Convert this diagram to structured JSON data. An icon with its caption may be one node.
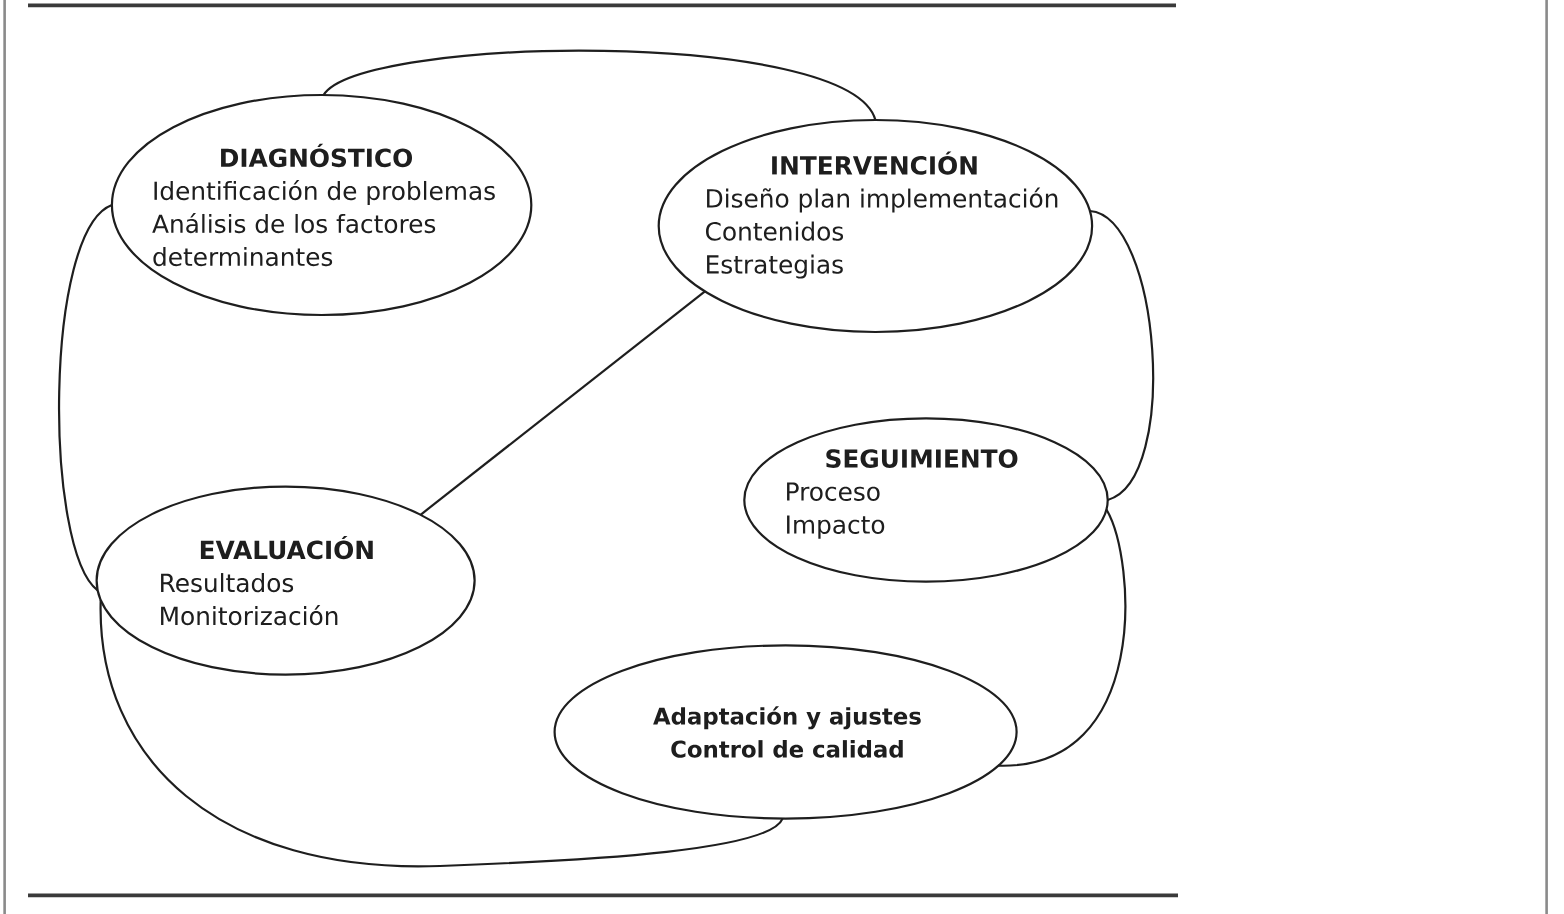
{
  "diagram": {
    "nodes": [
      {
        "text": [
          "DIAGNÓSTICO",
          "Identificación de problemas",
          "Análisis de los factores determinantes"
        ]
      },
      {
        "text": [
          "INTERVENCIÓN",
          "Diseño plan implementación",
          "Contenidos",
          "Estrategias"
        ]
      },
      {
        "text": [
          "SEGUIMIENTO",
          "Proceso",
          "Impacto"
        ]
      },
      {
        "text": [
          "EVALUACIÓN",
          "Resultados",
          "Monitorización"
        ]
      },
      {
        "text": [
          "Adaptación y ajustes",
          "Control de calidad"
        ]
      }
    ],
    "edges": [
      {
        "from": 0,
        "to": 1,
        "arrow": "none"
      },
      {
        "from": 1,
        "to": 2,
        "arrow": "none"
      },
      {
        "from": 2,
        "to": 4,
        "arrow": "none"
      },
      {
        "from": 4,
        "to": 3,
        "arrow": "none"
      },
      {
        "from": 3,
        "to": 0,
        "arrow": "none"
      },
      {
        "from": 3,
        "to": 1,
        "arrow": "none"
      }
    ]
  }
}
